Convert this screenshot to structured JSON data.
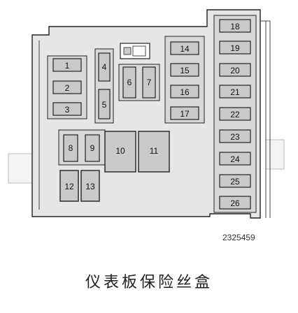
{
  "figure": {
    "code": "2325459",
    "caption": "仪表板保险丝盒"
  },
  "fuses": {
    "f1": "1",
    "f2": "2",
    "f3": "3",
    "f4": "4",
    "f5": "5",
    "f6": "6",
    "f7": "7",
    "f8": "8",
    "f9": "9",
    "f10": "10",
    "f11": "11",
    "f12": "12",
    "f13": "13",
    "f14": "14",
    "f15": "15",
    "f16": "16",
    "f17": "17",
    "f18": "18",
    "f19": "19",
    "f20": "20",
    "f21": "21",
    "f22": "22",
    "f23": "23",
    "f24": "24",
    "f25": "25",
    "f26": "26"
  },
  "colors": {
    "panel": "#e6e6e6",
    "fuse": "#c9c9c9",
    "outline": "#222222"
  }
}
